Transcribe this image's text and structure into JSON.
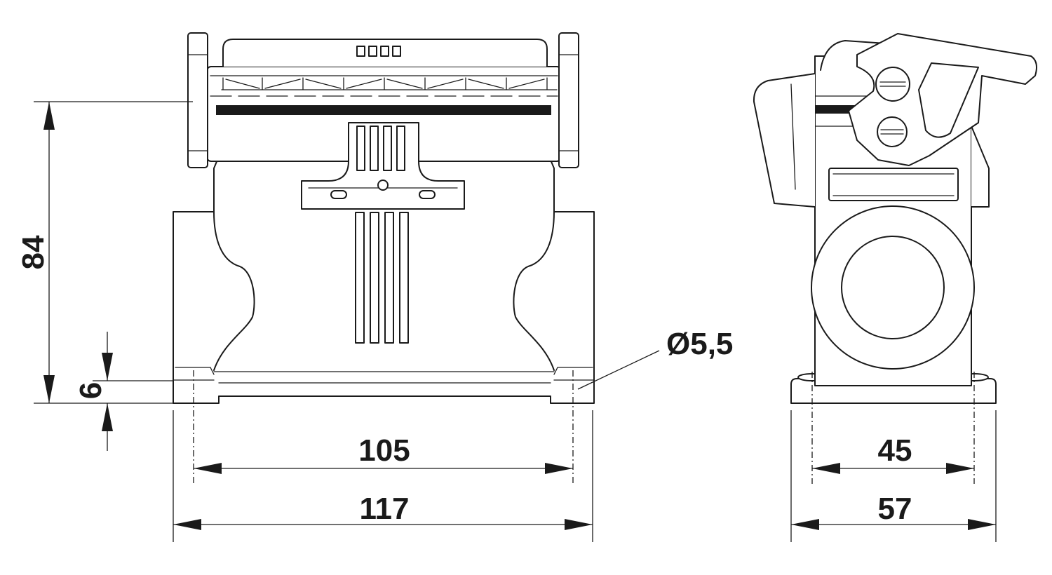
{
  "dimensions": {
    "height_total": "84",
    "flange_thickness": "6",
    "front_hole_spacing": "105",
    "front_overall_width": "117",
    "side_hole_spacing": "45",
    "side_overall_width": "57",
    "hole_diameter": "Ø5,5"
  }
}
